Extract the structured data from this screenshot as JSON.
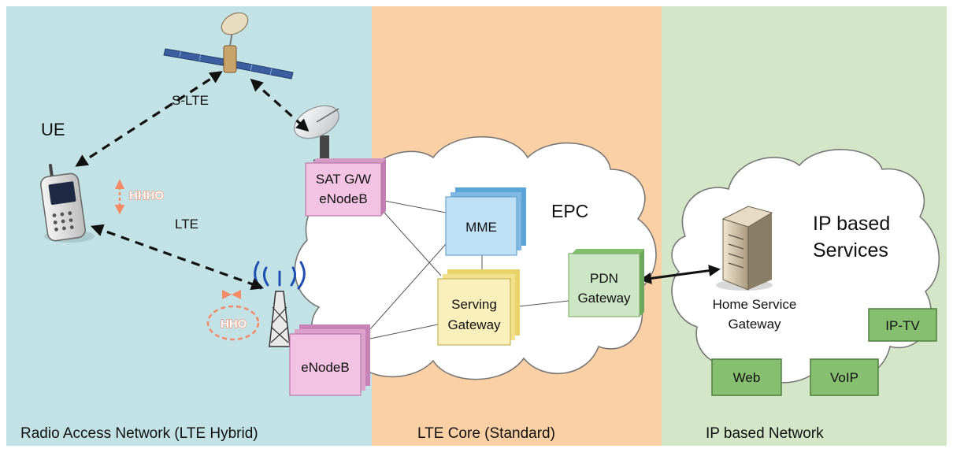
{
  "regions": {
    "ran_label": "Radio Access Network (LTE Hybrid)",
    "core_label": "LTE Core (Standard)",
    "ip_label": "IP based Network"
  },
  "ue": {
    "label": "UE"
  },
  "links": {
    "s_lte": "S-LTE",
    "lte": "LTE",
    "hho_vertical": "HHHO",
    "hho_horizontal": "HHO"
  },
  "epc": {
    "label": "EPC"
  },
  "nodes": {
    "sat_gw_line1": "SAT G/W",
    "sat_gw_line2": "eNodeB",
    "mme": "MME",
    "sgw_line1": "Serving",
    "sgw_line2": "Gateway",
    "pdn_line1": "PDN",
    "pdn_line2": "Gateway",
    "enodeb": "eNodeB"
  },
  "ip_services": {
    "title_line1": "IP based",
    "title_line2": "Services",
    "home_gw_line1": "Home Service",
    "home_gw_line2": "Gateway",
    "services": [
      "IP-TV",
      "Web",
      "VoIP"
    ]
  },
  "colors": {
    "ran_bg": "#c2e2e6",
    "core_bg": "#fbd0a4",
    "ip_bg": "#d3e7c8",
    "enodeb_pink": "#f2c3e2",
    "mme_blue": "#bfe0f5",
    "sgw_yellow": "#f9f0bb",
    "pdn_green": "#cde6c5",
    "service_green": "#86bf70",
    "hho_orange": "#f58a68"
  }
}
